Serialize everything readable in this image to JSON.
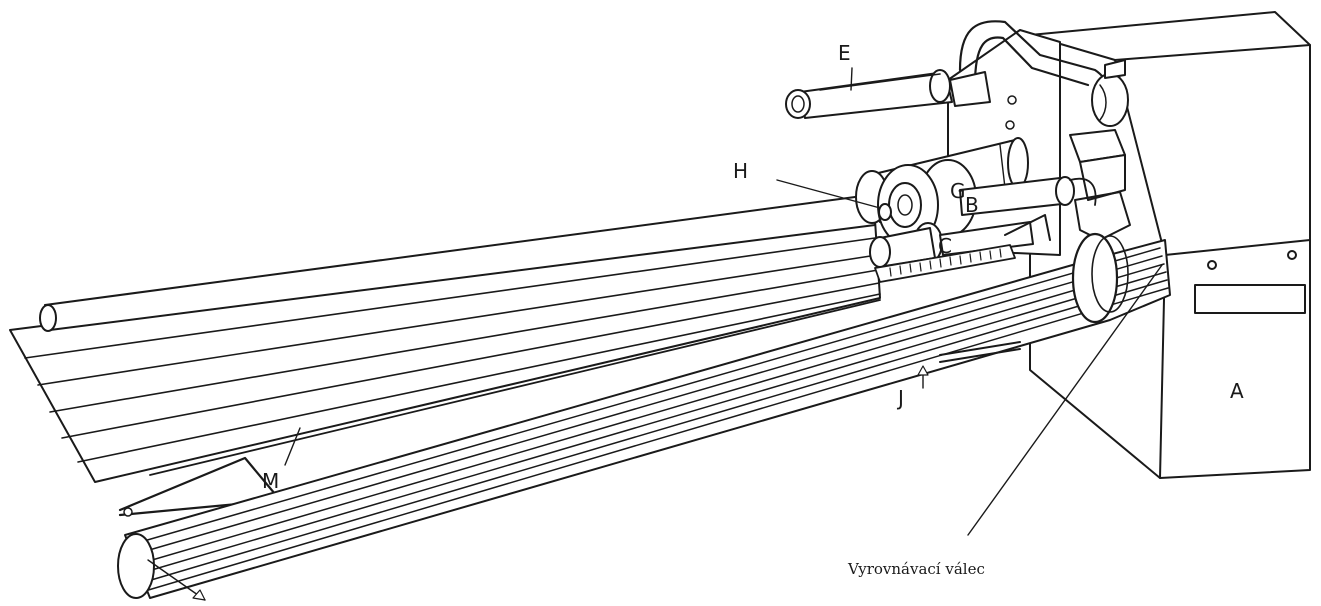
{
  "labels": {
    "A": "A",
    "B": "B",
    "C": "C",
    "E": "E",
    "G": "G",
    "H": "H",
    "J": "J",
    "M": "M"
  },
  "caption": "Vyrovnávací válec",
  "colors": {
    "ink": "#1a1a1a",
    "paper": "#ffffff"
  }
}
